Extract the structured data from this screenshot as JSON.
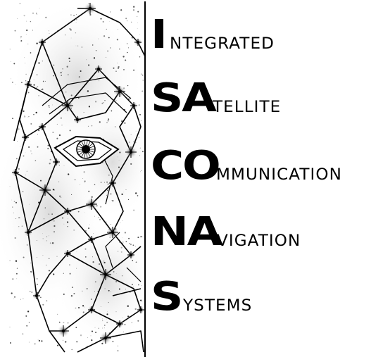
{
  "acronym": {
    "lines": [
      {
        "initial": "I",
        "rest": "ntegrated"
      },
      {
        "initial": "SA",
        "rest": "tellite"
      },
      {
        "initial": "CO",
        "rest": "mmunication"
      },
      {
        "initial": "NA",
        "rest": "vigation"
      },
      {
        "initial": "S",
        "rest": "ystems"
      }
    ]
  },
  "colors": {
    "ink": "#000000",
    "background": "#ffffff",
    "glow": "#c8c8c8"
  },
  "icons": {
    "artwork": "constellation-face-icon",
    "eye": "eye-icon"
  }
}
